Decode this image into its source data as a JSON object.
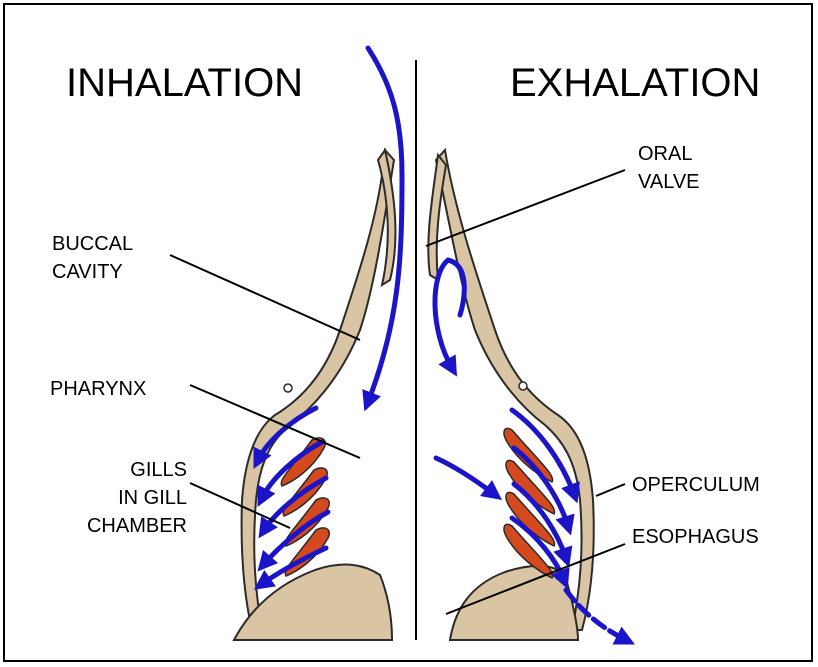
{
  "titles": {
    "left": "INHALATION",
    "right": "EXHALATION"
  },
  "labels": {
    "buccal": [
      "BUCCAL",
      "CAVITY"
    ],
    "pharynx": "PHARYNX",
    "gills": [
      "GILLS",
      "IN GILL",
      "CHAMBER"
    ],
    "oral_valve": [
      "ORAL",
      "VALVE"
    ],
    "operculum": "OPERCULUM",
    "esophagus": "ESOPHAGUS"
  },
  "colors": {
    "tissue": "#D9C4A3",
    "tissue_stroke": "#2b2b2b",
    "gill": "#D44A1E",
    "flow_arrow": "#1C14C8",
    "leader_line": "#000000"
  }
}
